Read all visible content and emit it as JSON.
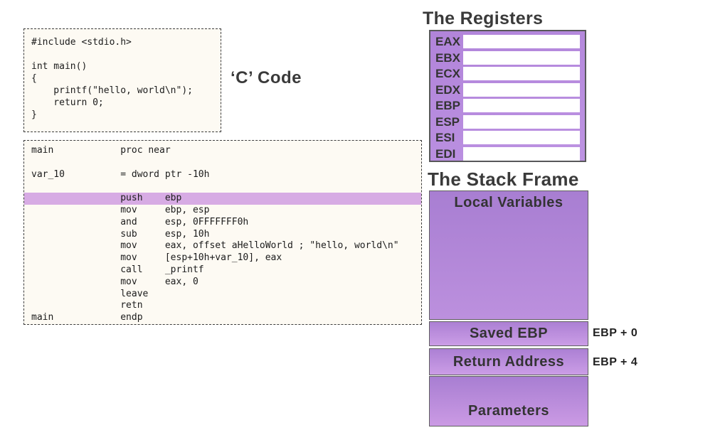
{
  "labels": {
    "c_code": "‘C’ Code"
  },
  "c_code": {
    "lines": [
      "#include <stdio.h>",
      "",
      "int main()",
      "{",
      "    printf(\"hello, world\\n\");",
      "    return 0;",
      "}"
    ]
  },
  "assembly": {
    "lines": [
      "main            proc near",
      "",
      "var_10          = dword ptr -10h",
      "",
      "                push    ebp",
      "                mov     ebp, esp",
      "                and     esp, 0FFFFFFF0h",
      "                sub     esp, 10h",
      "                mov     eax, offset aHelloWorld ; \"hello, world\\n\"",
      "                mov     [esp+10h+var_10], eax",
      "                call    _printf",
      "                mov     eax, 0",
      "                leave",
      "                retn",
      "main            endp"
    ],
    "highlighted_line_index": 4,
    "highlighted_text": "push    ebp"
  },
  "registers": {
    "title": "The Registers",
    "items": [
      "EAX",
      "EBX",
      "ECX",
      "EDX",
      "EBP",
      "ESP",
      "ESI",
      "EDI"
    ],
    "values": [
      "",
      "",
      "",
      "",
      "",
      "",
      "",
      ""
    ]
  },
  "stack_frame": {
    "title": "The Stack Frame",
    "rows": [
      {
        "label": "Local Variables",
        "annotation": ""
      },
      {
        "label": "Saved EBP",
        "annotation": "EBP + 0"
      },
      {
        "label": "Return Address",
        "annotation": "EBP + 4"
      },
      {
        "label": "Parameters",
        "annotation": ""
      }
    ]
  },
  "colors": {
    "register_panel_purple": "#b58ade",
    "asm_highlight_purple": "#d7abe4",
    "stack_gradient_top": "#a87ed2",
    "stack_gradient_bottom": "#cb9ae4",
    "code_box_background": "#fdfaf3",
    "title_text": "#3a3a3a",
    "panel_border": "#58585a"
  }
}
